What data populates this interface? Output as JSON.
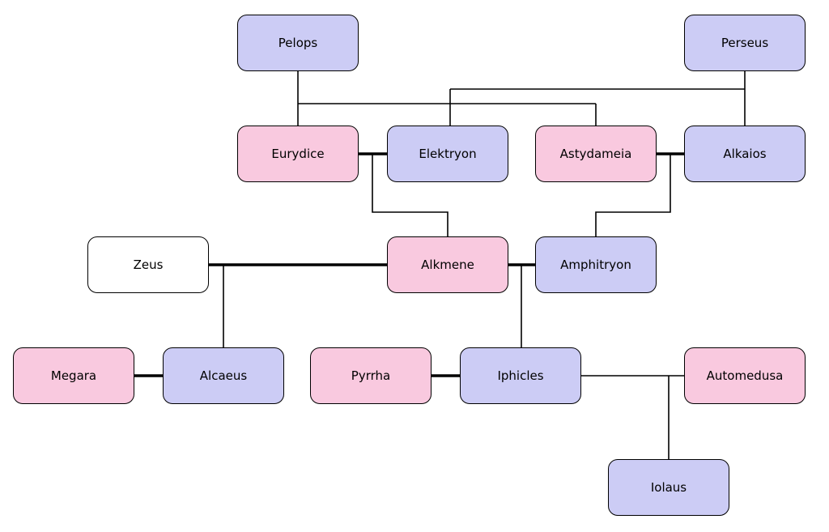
{
  "diagram": {
    "type": "family-tree",
    "colors": {
      "male_fill": "#ccccf5",
      "female_fill": "#f9c9df",
      "neutral_fill": "#ffffff",
      "border": "#000000",
      "line": "#000000",
      "background": "#ffffff"
    },
    "nodes": [
      {
        "id": "pelops",
        "label": "Pelops",
        "gender": "male"
      },
      {
        "id": "perseus",
        "label": "Perseus",
        "gender": "male"
      },
      {
        "id": "eurydice",
        "label": "Eurydice",
        "gender": "female"
      },
      {
        "id": "elektryon",
        "label": "Elektryon",
        "gender": "male"
      },
      {
        "id": "astydameia",
        "label": "Astydameia",
        "gender": "female"
      },
      {
        "id": "alkaios",
        "label": "Alkaios",
        "gender": "male"
      },
      {
        "id": "zeus",
        "label": "Zeus",
        "gender": "neutral"
      },
      {
        "id": "alkmene",
        "label": "Alkmene",
        "gender": "female"
      },
      {
        "id": "amphitryon",
        "label": "Amphitryon",
        "gender": "male"
      },
      {
        "id": "megara",
        "label": "Megara",
        "gender": "female"
      },
      {
        "id": "alcaeus",
        "label": "Alcaeus",
        "gender": "male"
      },
      {
        "id": "pyrrha",
        "label": "Pyrrha",
        "gender": "female"
      },
      {
        "id": "iphicles",
        "label": "Iphicles",
        "gender": "male"
      },
      {
        "id": "automedusa",
        "label": "Automedusa",
        "gender": "female"
      },
      {
        "id": "iolaus",
        "label": "Iolaus",
        "gender": "male"
      }
    ],
    "marriages": [
      [
        "Eurydice",
        "Elektryon"
      ],
      [
        "Astydameia",
        "Alkaios"
      ],
      [
        "Zeus",
        "Alkmene"
      ],
      [
        "Alkmene",
        "Amphitryon"
      ],
      [
        "Megara",
        "Alcaeus"
      ],
      [
        "Pyrrha",
        "Iphicles"
      ],
      [
        "Iphicles",
        "Automedusa"
      ]
    ],
    "parent_child": [
      [
        "Pelops",
        "Eurydice"
      ],
      [
        "Pelops",
        "Astydameia"
      ],
      [
        "Perseus",
        "Elektryon"
      ],
      [
        "Perseus",
        "Alkaios"
      ],
      [
        "Eurydice + Elektryon",
        "Alkmene"
      ],
      [
        "Astydameia + Alkaios",
        "Amphitryon"
      ],
      [
        "Zeus + Alkmene",
        "Alcaeus"
      ],
      [
        "Alkmene + Amphitryon",
        "Iphicles"
      ],
      [
        "Iphicles + Automedusa",
        "Iolaus"
      ]
    ]
  }
}
